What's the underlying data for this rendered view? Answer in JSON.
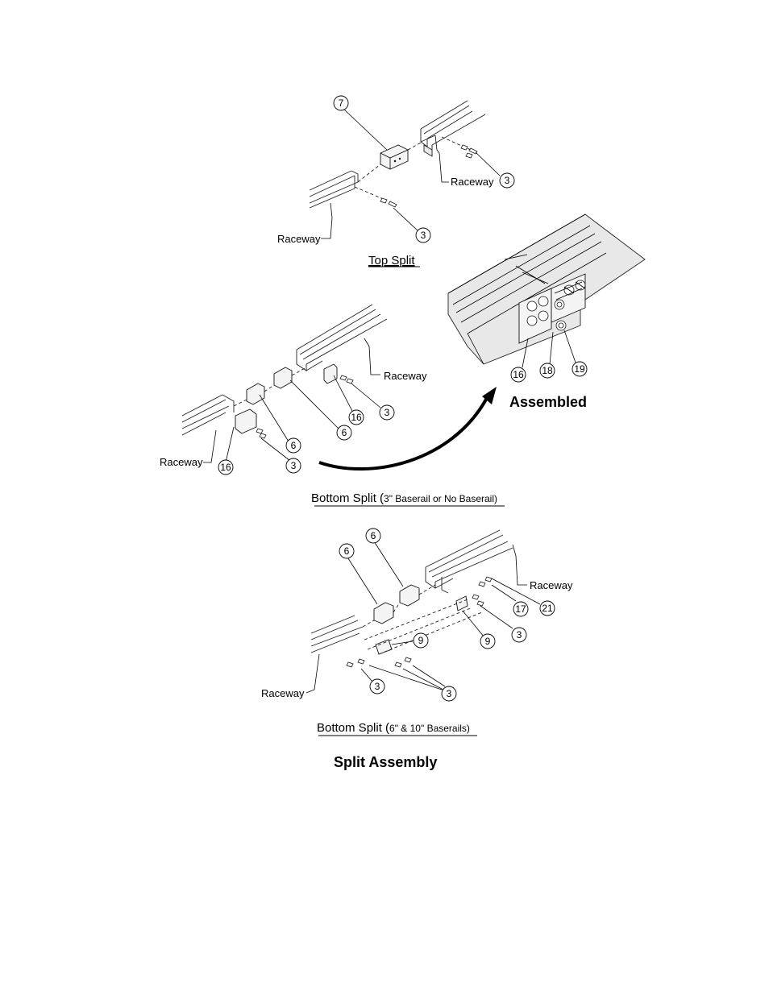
{
  "top_split": {
    "callouts": {
      "c7": "7",
      "c3a": "3",
      "c3b": "3"
    },
    "labels": {
      "raceway_right": "Raceway",
      "raceway_left": "Raceway"
    },
    "caption": "Top Split"
  },
  "assembled": {
    "callouts": {
      "c16": "16",
      "c18": "18",
      "c19": "19"
    },
    "title": "Assembled"
  },
  "bottom_split_1": {
    "callouts": {
      "c16a": "16",
      "c3a": "3",
      "c6a": "6",
      "c16b": "16",
      "c6b": "6",
      "c3b": "3"
    },
    "labels": {
      "raceway_right": "Raceway",
      "raceway_left": "Raceway"
    },
    "caption_main": "Bottom Split (",
    "caption_small": "3\" Baserail or No Baserail)"
  },
  "bottom_split_2": {
    "callouts": {
      "c6a": "6",
      "c6b": "6",
      "c17": "17",
      "c21": "21",
      "c9a": "9",
      "c9b": "9",
      "c3a": "3",
      "c3b": "3",
      "c3c": "3"
    },
    "labels": {
      "raceway_right": "Raceway",
      "raceway_left": "Raceway"
    },
    "caption_main": "Bottom Split (",
    "caption_small": "6\" & 10\" Baserails)"
  },
  "page_title": "Split Assembly"
}
